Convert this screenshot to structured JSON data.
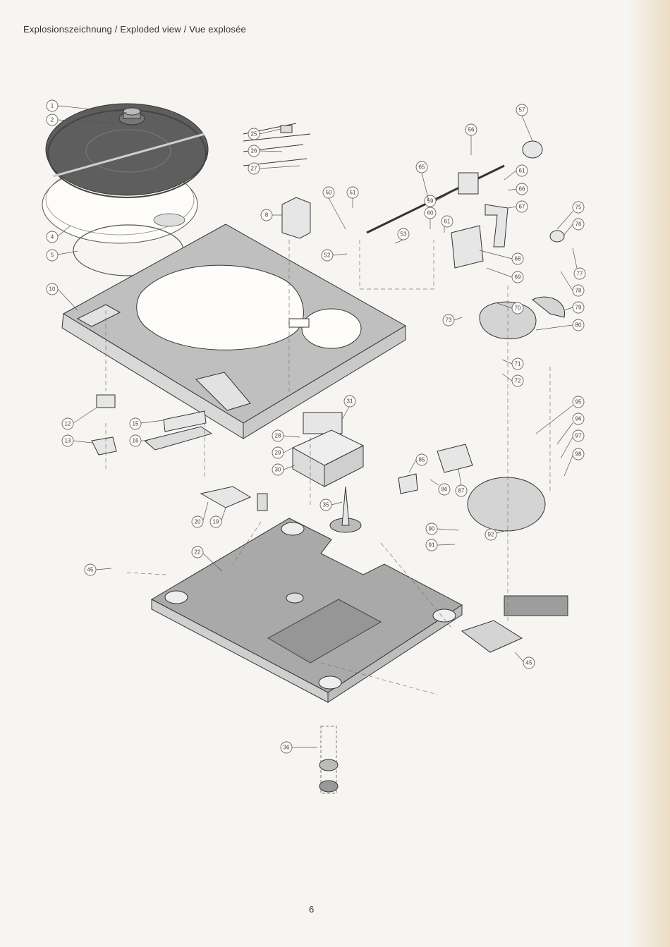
{
  "header": {
    "title": "Explosionszeichnung / Exploded view / Vue explosée"
  },
  "footer": {
    "page_number": "6"
  },
  "callouts": [
    {
      "id": "c1",
      "label": "1"
    },
    {
      "id": "c2",
      "label": "2"
    },
    {
      "id": "c4",
      "label": "4"
    },
    {
      "id": "c5",
      "label": "5"
    },
    {
      "id": "c8",
      "label": "8"
    },
    {
      "id": "c10",
      "label": "10"
    },
    {
      "id": "c12",
      "label": "12"
    },
    {
      "id": "c13",
      "label": "13"
    },
    {
      "id": "c15",
      "label": "15"
    },
    {
      "id": "c16",
      "label": "16"
    },
    {
      "id": "c19",
      "label": "19"
    },
    {
      "id": "c20",
      "label": "20"
    },
    {
      "id": "c22",
      "label": "22"
    },
    {
      "id": "c25",
      "label": "25"
    },
    {
      "id": "c26",
      "label": "26"
    },
    {
      "id": "c27",
      "label": "27"
    },
    {
      "id": "c28",
      "label": "28"
    },
    {
      "id": "c29",
      "label": "29"
    },
    {
      "id": "c30",
      "label": "30"
    },
    {
      "id": "c31",
      "label": "31"
    },
    {
      "id": "c35",
      "label": "35"
    },
    {
      "id": "c36",
      "label": "36"
    },
    {
      "id": "c45a",
      "label": "45"
    },
    {
      "id": "c45b",
      "label": "45"
    },
    {
      "id": "c50",
      "label": "50"
    },
    {
      "id": "c51",
      "label": "51"
    },
    {
      "id": "c52",
      "label": "52"
    },
    {
      "id": "c53",
      "label": "53"
    },
    {
      "id": "c56",
      "label": "56"
    },
    {
      "id": "c57",
      "label": "57"
    },
    {
      "id": "c59",
      "label": "59"
    },
    {
      "id": "c60",
      "label": "60"
    },
    {
      "id": "c61a",
      "label": "61"
    },
    {
      "id": "c61b",
      "label": "61"
    },
    {
      "id": "c65",
      "label": "65"
    },
    {
      "id": "c66",
      "label": "66"
    },
    {
      "id": "c67",
      "label": "67"
    },
    {
      "id": "c68",
      "label": "68"
    },
    {
      "id": "c69",
      "label": "69"
    },
    {
      "id": "c70",
      "label": "70"
    },
    {
      "id": "c71",
      "label": "71"
    },
    {
      "id": "c72",
      "label": "72"
    },
    {
      "id": "c73",
      "label": "73"
    },
    {
      "id": "c75",
      "label": "75"
    },
    {
      "id": "c76",
      "label": "76"
    },
    {
      "id": "c77",
      "label": "77"
    },
    {
      "id": "c78",
      "label": "78"
    },
    {
      "id": "c79",
      "label": "79"
    },
    {
      "id": "c80",
      "label": "80"
    },
    {
      "id": "c85",
      "label": "85"
    },
    {
      "id": "c86",
      "label": "86"
    },
    {
      "id": "c87",
      "label": "87"
    },
    {
      "id": "c90",
      "label": "90"
    },
    {
      "id": "c91",
      "label": "91"
    },
    {
      "id": "c92",
      "label": "92"
    },
    {
      "id": "c95",
      "label": "95"
    },
    {
      "id": "c96",
      "label": "96"
    },
    {
      "id": "c97",
      "label": "97"
    },
    {
      "id": "c98",
      "label": "98"
    }
  ]
}
